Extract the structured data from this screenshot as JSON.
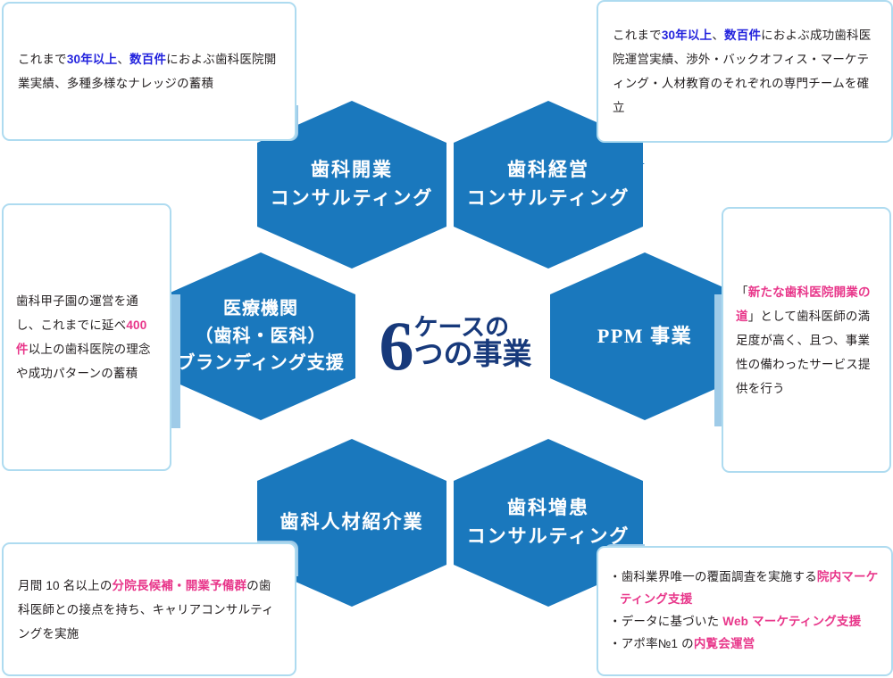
{
  "centre": {
    "number": "6",
    "line1": "ケースの",
    "line2": "つの事業"
  },
  "colors": {
    "hexagon_fill": "#1a78bd",
    "box_border": "#aedbf0",
    "tab": "#9fcbe8",
    "centre_text": "#17397b",
    "highlight_blue": "#2222dd",
    "highlight_pink": "#e8368a"
  },
  "hexagons": [
    {
      "id": "hex-dental-opening-consulting",
      "lines": [
        "歯科開業",
        "コンサルティング"
      ]
    },
    {
      "id": "hex-dental-management-consulting",
      "lines": [
        "歯科経営",
        "コンサルティング"
      ]
    },
    {
      "id": "hex-medical-branding",
      "lines": [
        "医療機関",
        "（歯科・医科）",
        "ブランディング支援"
      ]
    },
    {
      "id": "hex-ppm-business",
      "lines": [
        "PPM 事業"
      ]
    },
    {
      "id": "hex-dental-staffing",
      "lines": [
        "歯科人材紹介業"
      ]
    },
    {
      "id": "hex-patient-increase-consulting",
      "lines": [
        "歯科増患",
        "コンサルティング"
      ]
    }
  ],
  "boxes": {
    "top_left": {
      "name": "callout-dental-opening",
      "plain_text": "これまで30年以上、数百件におよぶ歯科医院開業実績、多種多様なナレッジの蓄積",
      "segments": [
        {
          "text": "これまで",
          "style": "normal"
        },
        {
          "text": "30年以上",
          "style": "blue"
        },
        {
          "text": "、",
          "style": "normal"
        },
        {
          "text": "数百件",
          "style": "blue"
        },
        {
          "text": "におよぶ歯科医院開業実績、多種多様なナレッジの蓄積",
          "style": "normal"
        }
      ]
    },
    "top_right": {
      "name": "callout-dental-management",
      "plain_text": "これまで30年以上、数百件におよぶ成功歯科医院運営実績、渉外・バックオフィス・マーケティング・人材教育のそれぞれの専門チームを確立",
      "segments": [
        {
          "text": "これまで",
          "style": "normal"
        },
        {
          "text": "30年以上",
          "style": "blue"
        },
        {
          "text": "、",
          "style": "normal"
        },
        {
          "text": "数百件",
          "style": "blue"
        },
        {
          "text": "におよぶ成功歯科医院運営実績、渉外・バックオフィス・マーケティング・人材教育のそれぞれの専門チームを確立",
          "style": "normal"
        }
      ]
    },
    "middle_left": {
      "name": "callout-medical-branding",
      "plain_text": "歯科甲子園の運営を通し、これまでに延べ400 件以上の歯科医院の理念や成功パターンの蓄積",
      "segments": [
        {
          "text": "歯科甲子園の運営を通し、これまでに延べ",
          "style": "normal"
        },
        {
          "text": "400 件",
          "style": "pink"
        },
        {
          "text": "以上の歯科医院の理念や成功パターンの蓄積",
          "style": "normal"
        }
      ]
    },
    "middle_right": {
      "name": "callout-ppm-business",
      "plain_text": "「新たな歯科医院開業の道」として歯科医師の満足度が高く、且つ、事業性の備わったサービス提供を行う",
      "segments": [
        {
          "text": "「",
          "style": "normal"
        },
        {
          "text": "新たな歯科医院開業の道",
          "style": "pink"
        },
        {
          "text": "」として歯科医師の満足度が高く、且つ、事業性の備わったサービス提供を行う",
          "style": "normal"
        }
      ]
    },
    "bottom_left": {
      "name": "callout-dental-staffing",
      "plain_text": "月間 10 名以上の分院長候補・開業予備群の歯科医師との接点を持ち、キャリアコンサルティングを実施",
      "segments": [
        {
          "text": "月間 10 名以上の",
          "style": "normal"
        },
        {
          "text": "分院長候補・開業予備群",
          "style": "pink"
        },
        {
          "text": "の歯科医師との接点を持ち、キャリアコンサルティングを実施",
          "style": "normal"
        }
      ]
    },
    "bottom_right": {
      "name": "callout-patient-increase",
      "plain_text": "・歯科業界唯一の覆面調査を実施する院内マーケティング支援 ・データに基づいた Web マーケティング支援 ・アポ率№1 の内覧会運営",
      "bullets": [
        {
          "segments": [
            {
              "text": "・歯科業界唯一の覆面調査を実施する",
              "style": "normal"
            },
            {
              "text": "院内マーケティング支援",
              "style": "pink"
            }
          ]
        },
        {
          "segments": [
            {
              "text": "・データに基づいた ",
              "style": "normal"
            },
            {
              "text": "Web マーケティング支援",
              "style": "pink"
            }
          ]
        },
        {
          "segments": [
            {
              "text": "・アポ率№1 の",
              "style": "normal"
            },
            {
              "text": "内覧会運営",
              "style": "pink"
            }
          ]
        }
      ]
    }
  }
}
